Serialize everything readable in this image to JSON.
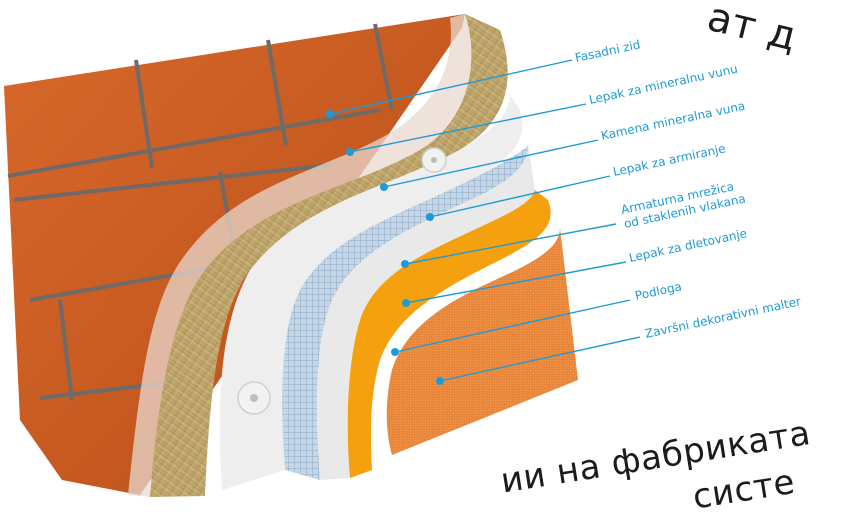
{
  "labels": {
    "fasadni_zid": "Fasadni zid",
    "lepak_mineralna": "Lepak za mineralnu vunu",
    "kamena_vuna": "Kamena mineralna vuna",
    "lepak_armiranje": "Lepak za armiranje",
    "mrezica_line1": "Armaturna mrežica",
    "mrezica_line2": "od staklenih vlakana",
    "lepak_dletovanje": "Lepak za dletovanje",
    "podloga": "Podloga",
    "zavrsni_malter": "Završni dekorativni malter"
  },
  "background_text": {
    "top_fragment": "ат д",
    "bottom_line1": "ии на фабриката",
    "bottom_line2": "систе"
  },
  "colors": {
    "brick": "#c4581f",
    "mortar": "#6f6a68",
    "plaster": "#e3d2c8",
    "wool": "#bca36b",
    "mesh": "#b9cfe2",
    "white_coat": "#eeeeee",
    "primer": "#f5a00f",
    "finish": "#ee8a3a",
    "leader": "#1e9ad6"
  }
}
